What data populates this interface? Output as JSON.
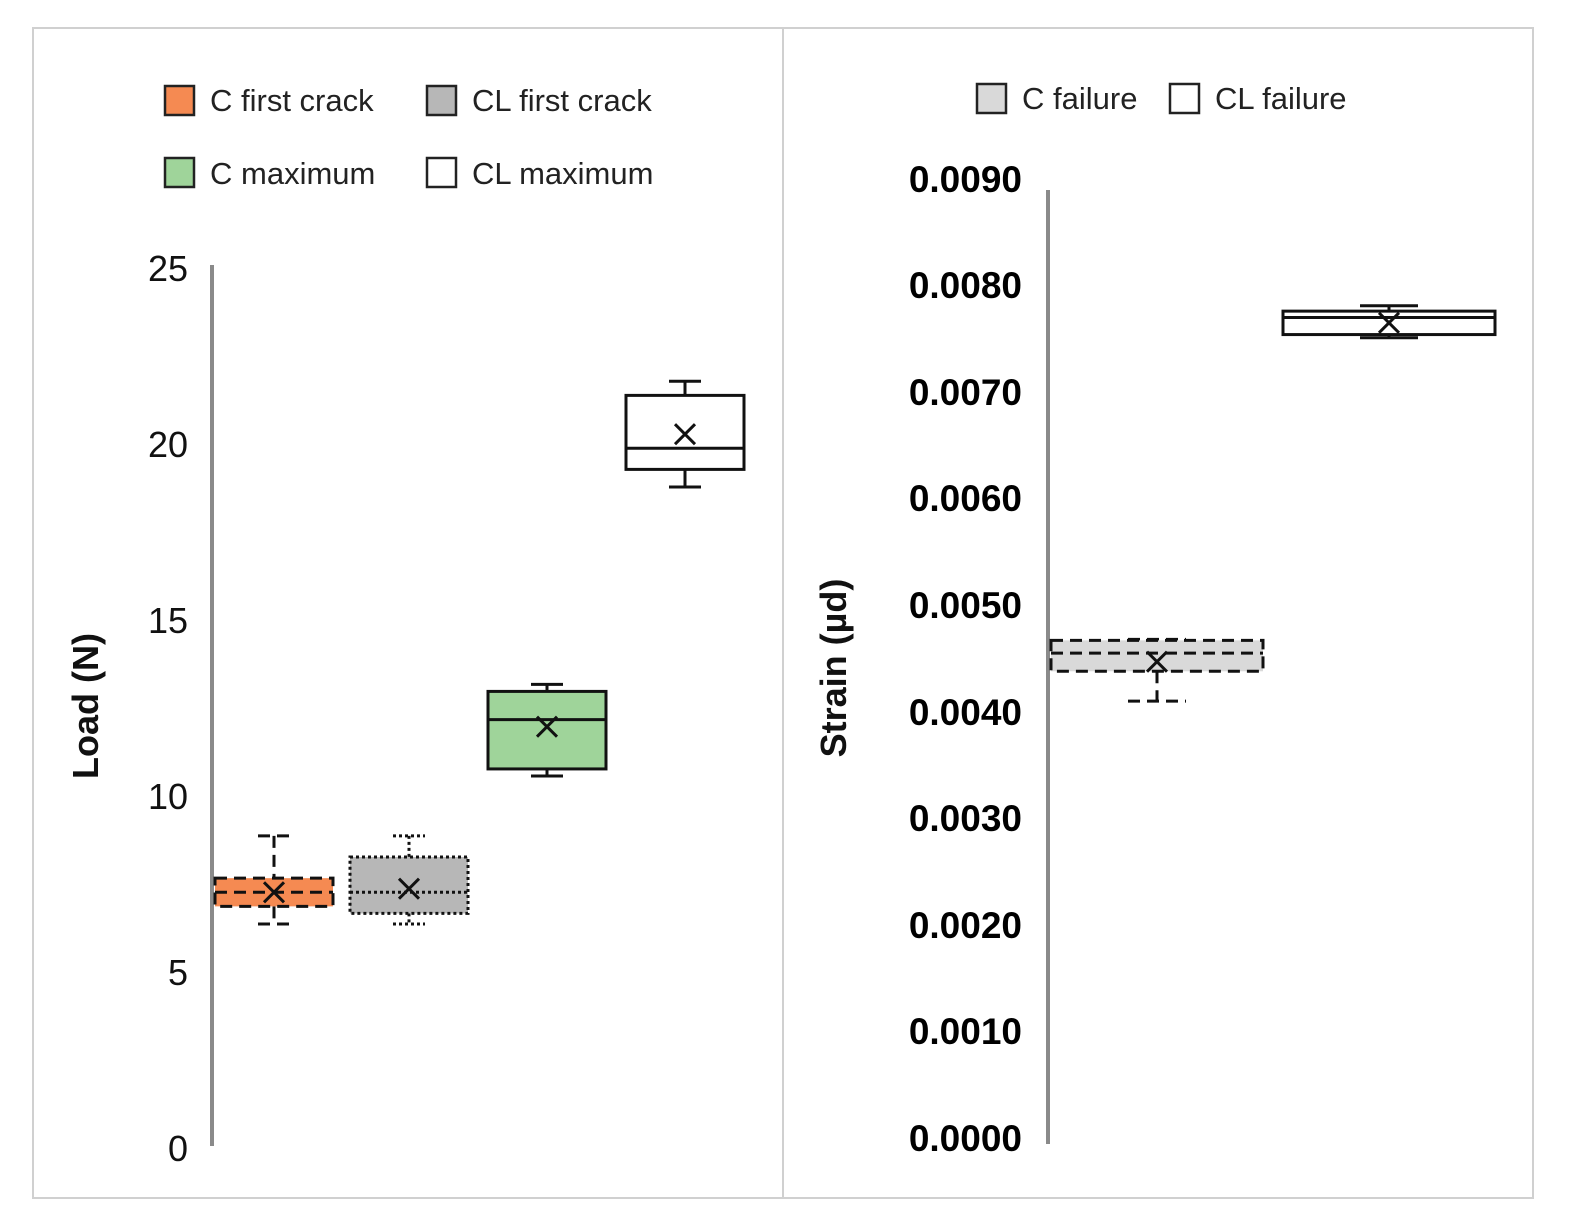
{
  "chart_data": [
    {
      "type": "box",
      "title": "",
      "xlabel": "",
      "ylabel": "Load (N)",
      "ylim": [
        0,
        25
      ],
      "yticks": [
        "0",
        "5",
        "10",
        "15",
        "20",
        "25"
      ],
      "grid": false,
      "legend_position": "top",
      "legend": [
        "C first crack",
        "CL first crack",
        "C maximum",
        "CL maximum"
      ],
      "series": [
        {
          "name": "C first crack",
          "color": "#f58a52",
          "border": "dashed",
          "min": 6.3,
          "q1": 6.8,
          "median": 7.2,
          "q3": 7.6,
          "max": 8.8,
          "mean": 7.2
        },
        {
          "name": "CL first crack",
          "color": "#b7b7b7",
          "border": "dotted",
          "min": 6.3,
          "q1": 6.6,
          "median": 7.2,
          "q3": 8.2,
          "max": 8.8,
          "mean": 7.3
        },
        {
          "name": "C maximum",
          "color": "#9fd49a",
          "border": "solid",
          "min": 10.5,
          "q1": 10.7,
          "median": 12.1,
          "q3": 12.9,
          "max": 13.1,
          "mean": 11.9
        },
        {
          "name": "CL maximum",
          "color": "#ffffff",
          "border": "solid",
          "min": 18.7,
          "q1": 19.2,
          "median": 19.8,
          "q3": 21.3,
          "max": 21.7,
          "mean": 20.2
        }
      ]
    },
    {
      "type": "box",
      "title": "",
      "xlabel": "",
      "ylabel": "Strain (µd)",
      "ylim": [
        0,
        0.009
      ],
      "yticks": [
        "0.0000",
        "0.0010",
        "0.0020",
        "0.0030",
        "0.0040",
        "0.0050",
        "0.0060",
        "0.0070",
        "0.0080",
        "0.0090"
      ],
      "grid": false,
      "legend_position": "top",
      "legend": [
        "C failure",
        "CL failure"
      ],
      "series": [
        {
          "name": "C failure",
          "color": "#d9d9d9",
          "border": "dashed",
          "min": 0.0041,
          "q1": 0.00438,
          "median": 0.00455,
          "q3": 0.00467,
          "max": 0.00468,
          "mean": 0.00447
        },
        {
          "name": "CL failure",
          "color": "#ffffff",
          "border": "solid",
          "min": 0.00751,
          "q1": 0.00754,
          "median": 0.0077,
          "q3": 0.00776,
          "max": 0.00781,
          "mean": 0.00765
        }
      ]
    }
  ]
}
